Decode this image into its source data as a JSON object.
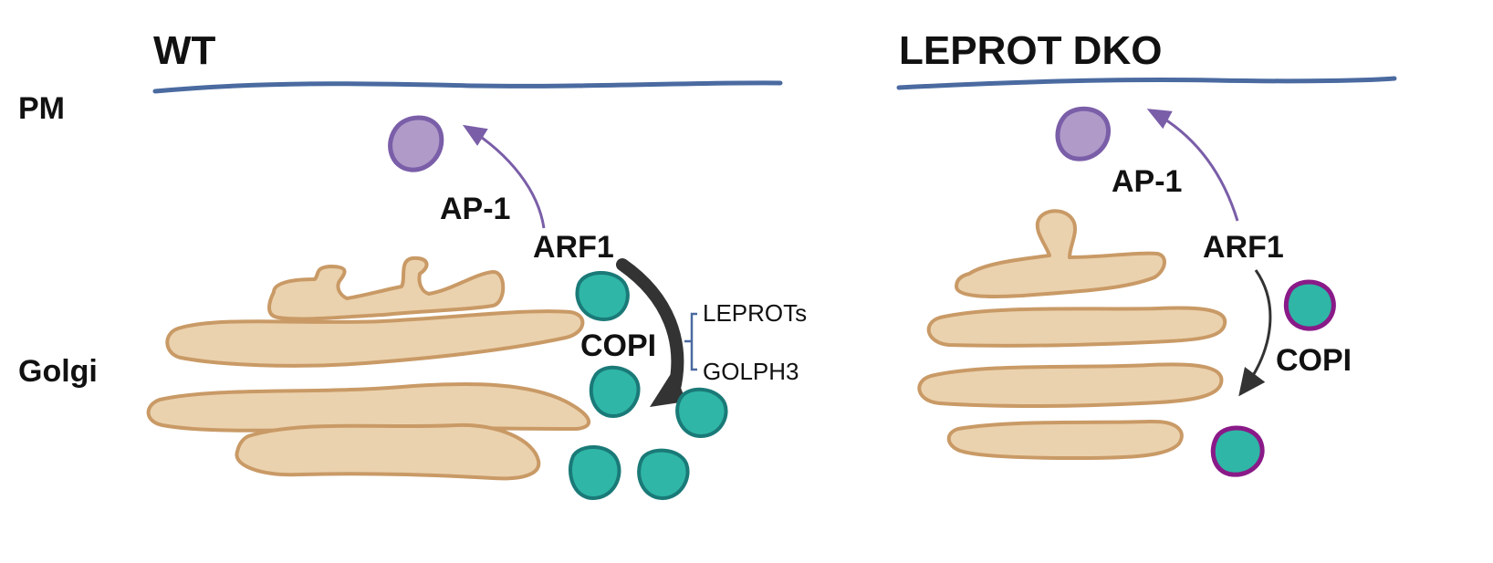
{
  "panels": {
    "wt": {
      "title": "WT"
    },
    "dko": {
      "title": "LEPROT DKO"
    }
  },
  "regions": {
    "pm": "PM",
    "golgi": "Golgi"
  },
  "labels": {
    "wt_ap1": "AP-1",
    "wt_arf1": "ARF1",
    "wt_copi": "COPI",
    "wt_leprots": "LEPROTs",
    "wt_golph3": "GOLPH3",
    "dko_ap1": "AP-1",
    "dko_arf1": "ARF1",
    "dko_copi": "COPI"
  },
  "colors": {
    "membrane": "#4a6aa0",
    "golgi_fill": "#ebd2ae",
    "golgi_stroke": "#c99a66",
    "ap1_vesicle_fill": "#b09ac8",
    "ap1_vesicle_stroke": "#7a5ea8",
    "ap1_arrow": "#7a5ea8",
    "copi_vesicle_fill": "#2fb6a6",
    "copi_vesicle_stroke_wt": "#1a7a78",
    "copi_vesicle_stroke_dko": "#8a1a88",
    "copi_arrow": "#333333",
    "bracket": "#4a6aa0"
  }
}
